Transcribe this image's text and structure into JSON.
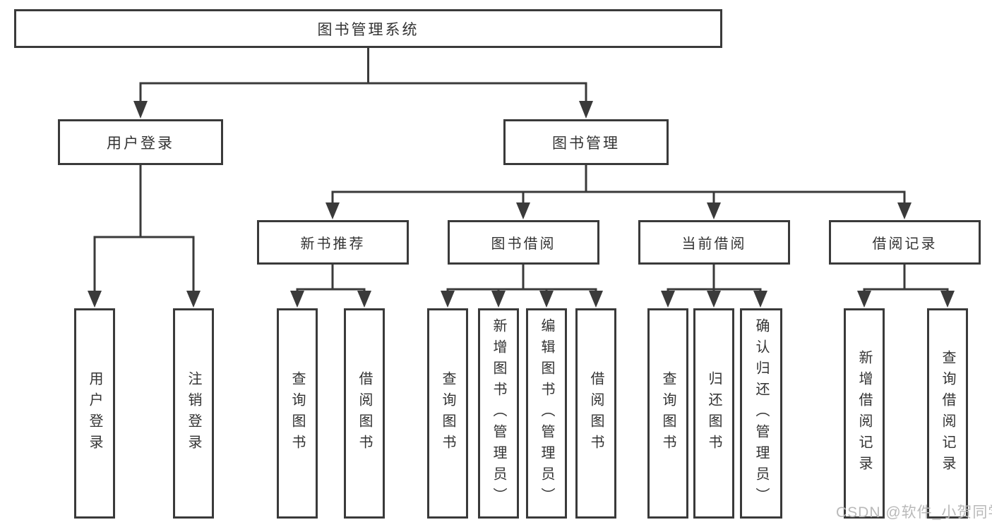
{
  "diagram_title": "图书管理系统",
  "nodes": {
    "root": "图书管理系统",
    "level2": [
      "用户登录",
      "图书管理"
    ],
    "level3": [
      "新书推荐",
      "图书借阅",
      "当前借阅",
      "借阅记录"
    ],
    "leaves_user_login": [
      "用户登录",
      "注销登录"
    ],
    "leaves_new_books": [
      "查询图书",
      "借阅图书"
    ],
    "leaves_book_borrow": [
      "查询图书",
      "新增图书（管理员）",
      "编辑图书（管理员）",
      "借阅图书"
    ],
    "leaves_current_borrow": [
      "查询图书",
      "归还图书",
      "确认归还（管理员）"
    ],
    "leaves_borrow_records": [
      "新增借阅记录",
      "查询借阅记录"
    ]
  },
  "watermark": "CSDN @软件_小贺同学",
  "colors": {
    "line": "#3a3a3a",
    "box_border": "#3a3a3a",
    "text": "#333333",
    "watermark": "#b9b9b9",
    "background": "#ffffff"
  }
}
